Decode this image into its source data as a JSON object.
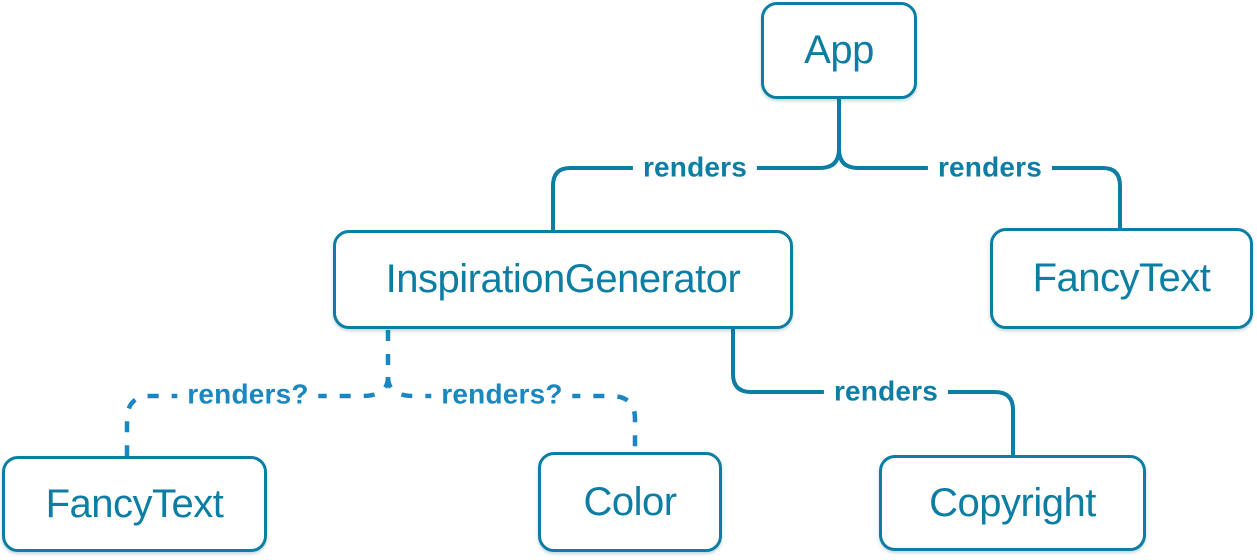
{
  "diagram": {
    "type": "component-render-tree",
    "colors": {
      "solid_edge": "#0d7ea3",
      "dashed_edge": "#1b87c0",
      "node_border": "#0d7ea3",
      "node_text": "#0d7ea3",
      "node_background": "#ffffff"
    },
    "nodes": [
      {
        "id": "app",
        "label": "App"
      },
      {
        "id": "inspiration-generator",
        "label": "InspirationGenerator"
      },
      {
        "id": "fancy-text-top",
        "label": "FancyText"
      },
      {
        "id": "fancy-text-bottom",
        "label": "FancyText"
      },
      {
        "id": "color",
        "label": "Color"
      },
      {
        "id": "copyright",
        "label": "Copyright"
      }
    ],
    "edges": [
      {
        "from": "App",
        "to": "InspirationGenerator",
        "label": "renders",
        "style": "solid"
      },
      {
        "from": "App",
        "to": "FancyText",
        "label": "renders",
        "style": "solid"
      },
      {
        "from": "InspirationGenerator",
        "to": "FancyText",
        "label": "renders?",
        "style": "dashed"
      },
      {
        "from": "InspirationGenerator",
        "to": "Color",
        "label": "renders?",
        "style": "dashed"
      },
      {
        "from": "InspirationGenerator",
        "to": "Copyright",
        "label": "renders",
        "style": "solid"
      }
    ]
  }
}
